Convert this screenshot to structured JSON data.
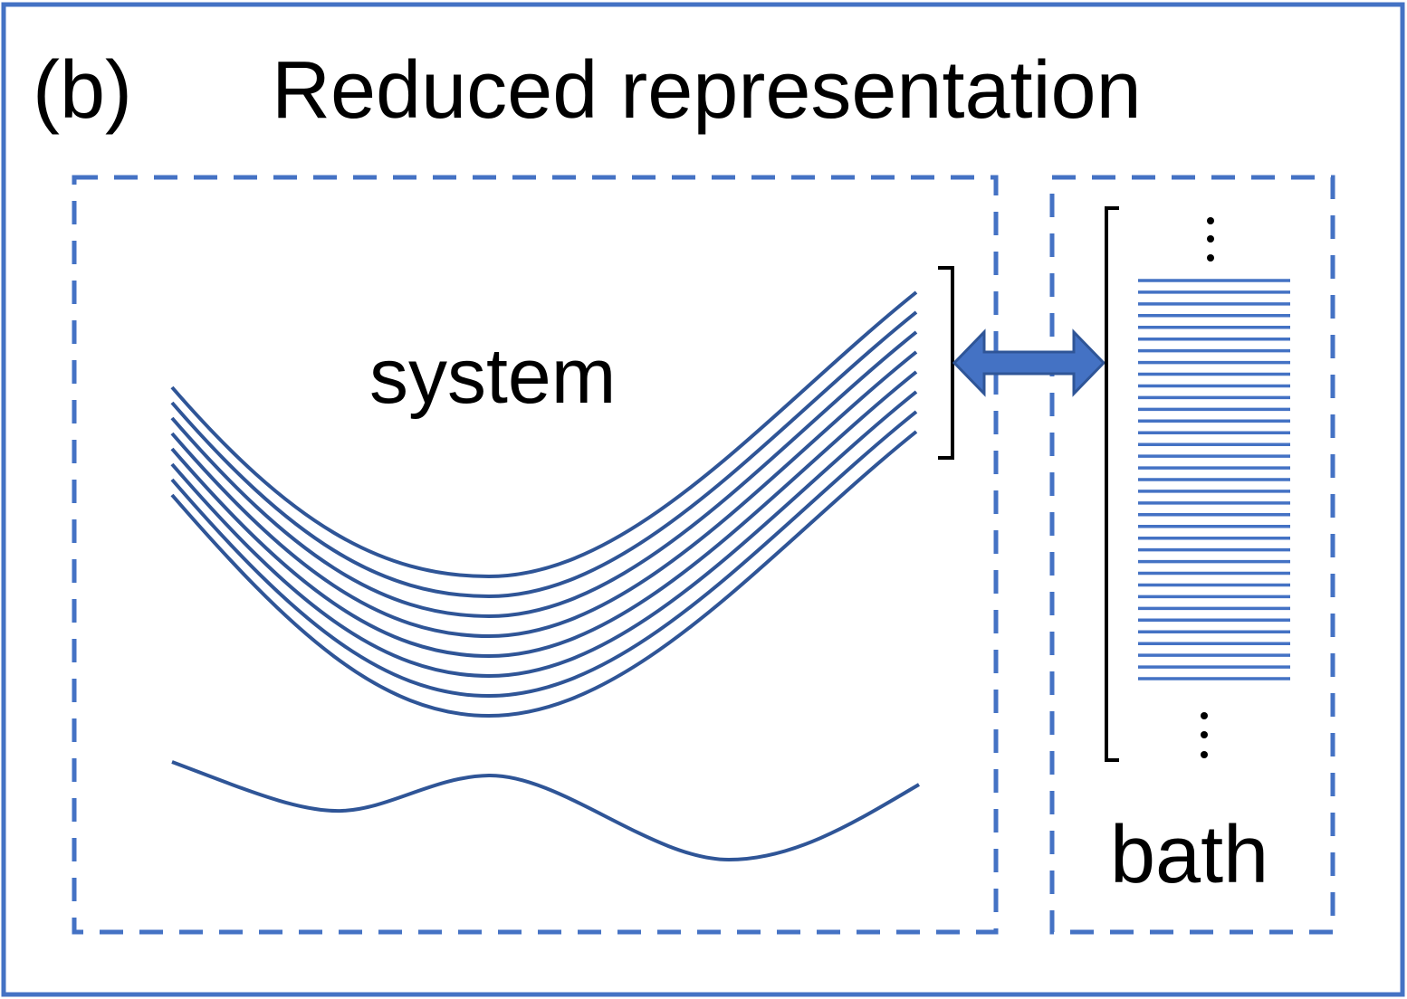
{
  "panel_label": "(b)",
  "title": "Reduced representation",
  "system_label": "system",
  "bath_label": "bath",
  "ellipsis_top": "⋮",
  "ellipsis_bottom": "⋮",
  "colors": {
    "frame": "#4472C4",
    "curve": "#2F5597",
    "arrow_fill": "#4472C4",
    "arrow_stroke": "#2F5597",
    "bath_line": "#4472C4",
    "bracket": "#000000"
  },
  "diagram": {
    "excited_state_curve_count": 8,
    "bath_level_count": 35
  }
}
